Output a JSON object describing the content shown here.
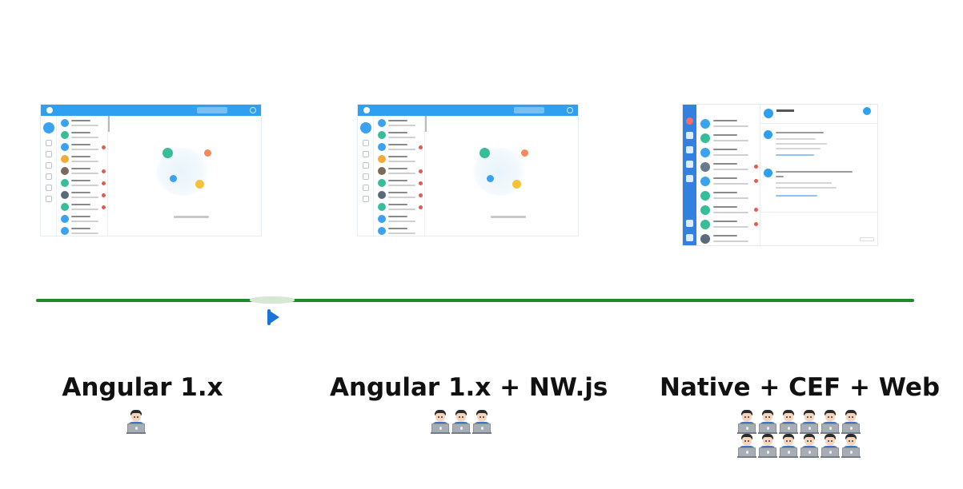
{
  "timeline": {
    "accent_color": "#1f8a2a",
    "playhead_color": "#1a73d9",
    "stages": [
      {
        "label": "Angular 1.x",
        "developers": 1
      },
      {
        "label": "Angular 1.x + NW.js",
        "developers": 3
      },
      {
        "label": "Native + CEF + Web",
        "developers": 12
      }
    ]
  },
  "colors": {
    "app_blue": "#2f9ff0",
    "native_sidebar": "#3280e0"
  },
  "icons": {
    "developer": "technologist-emoji",
    "playhead": "play-icon"
  }
}
